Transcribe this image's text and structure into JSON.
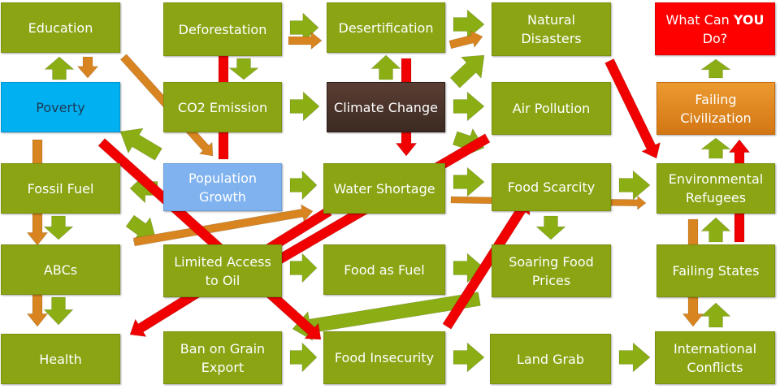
{
  "colors": {
    "node_green": "#8aa414",
    "node_blue": "#00b0f0",
    "node_light_blue": "#7fb2ee",
    "node_brown": "#4a3329",
    "node_orange": "#e0821a",
    "node_red": "#ff0000",
    "arrow_green": "#8aae14",
    "arrow_orange": "#d88420",
    "arrow_red": "#f00000"
  },
  "nodes": {
    "education": "Education",
    "deforestation": "Deforestation",
    "desertification": "Desertification",
    "natural_disasters": "Natural\nDisasters",
    "what_can_you_do": {
      "line1_pre": "What Can ",
      "line1_strong": "YOU",
      "line2": "Do?"
    },
    "poverty": "Poverty",
    "co2_emission": "CO2 Emission",
    "climate_change": "Climate Change",
    "air_pollution": "Air Pollution",
    "failing_civilization": "Failing\nCivilization",
    "fossil_fuel": "Fossil Fuel",
    "population_growth": "Population\nGrowth",
    "water_shortage": "Water Shortage",
    "food_scarcity": "Food Scarcity",
    "environmental_refugees": "Environmental\nRefugees",
    "abcs": "ABCs",
    "limited_access_to_oil": "Limited Access\nto Oil",
    "food_as_fuel": "Food as Fuel",
    "soaring_food_prices": "Soaring Food\nPrices",
    "failing_states": "Failing States",
    "health": "Health",
    "ban_on_grain_export": "Ban on Grain\nExport",
    "food_insecurity": "Food Insecurity",
    "land_grab": "Land Grab",
    "international_conflicts": "International\nConflicts"
  }
}
